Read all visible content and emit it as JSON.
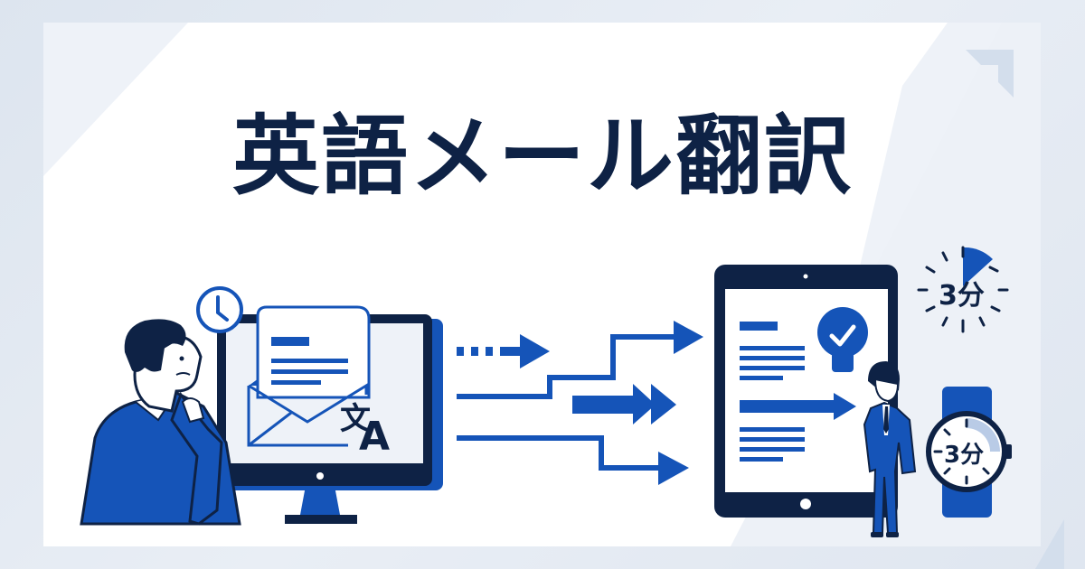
{
  "title": "英語メール翻訳",
  "colors": {
    "navy": "#0e2245",
    "blue": "#1554b8",
    "light_blue": "#b9cbe6",
    "background": "#dfe6f0",
    "card": "#ffffff"
  },
  "illustration": {
    "left_scene": {
      "person": "confused businessman",
      "monitor_content": [
        "email-envelope",
        "translate-glyph"
      ],
      "translate_glyph": {
        "kanji": "文",
        "latin": "A"
      },
      "clock": "clock-icon"
    },
    "middle": {
      "arrows": [
        "dashed-arrow",
        "step-up-arrow",
        "double-arrow",
        "step-down-arrow"
      ]
    },
    "right_scene": {
      "tablet_content": [
        "text-lines",
        "lightbulb-check",
        "arrow",
        "text-lines"
      ],
      "person": "confident businessman",
      "timer_label": "3分",
      "watch_label": "3分"
    }
  }
}
